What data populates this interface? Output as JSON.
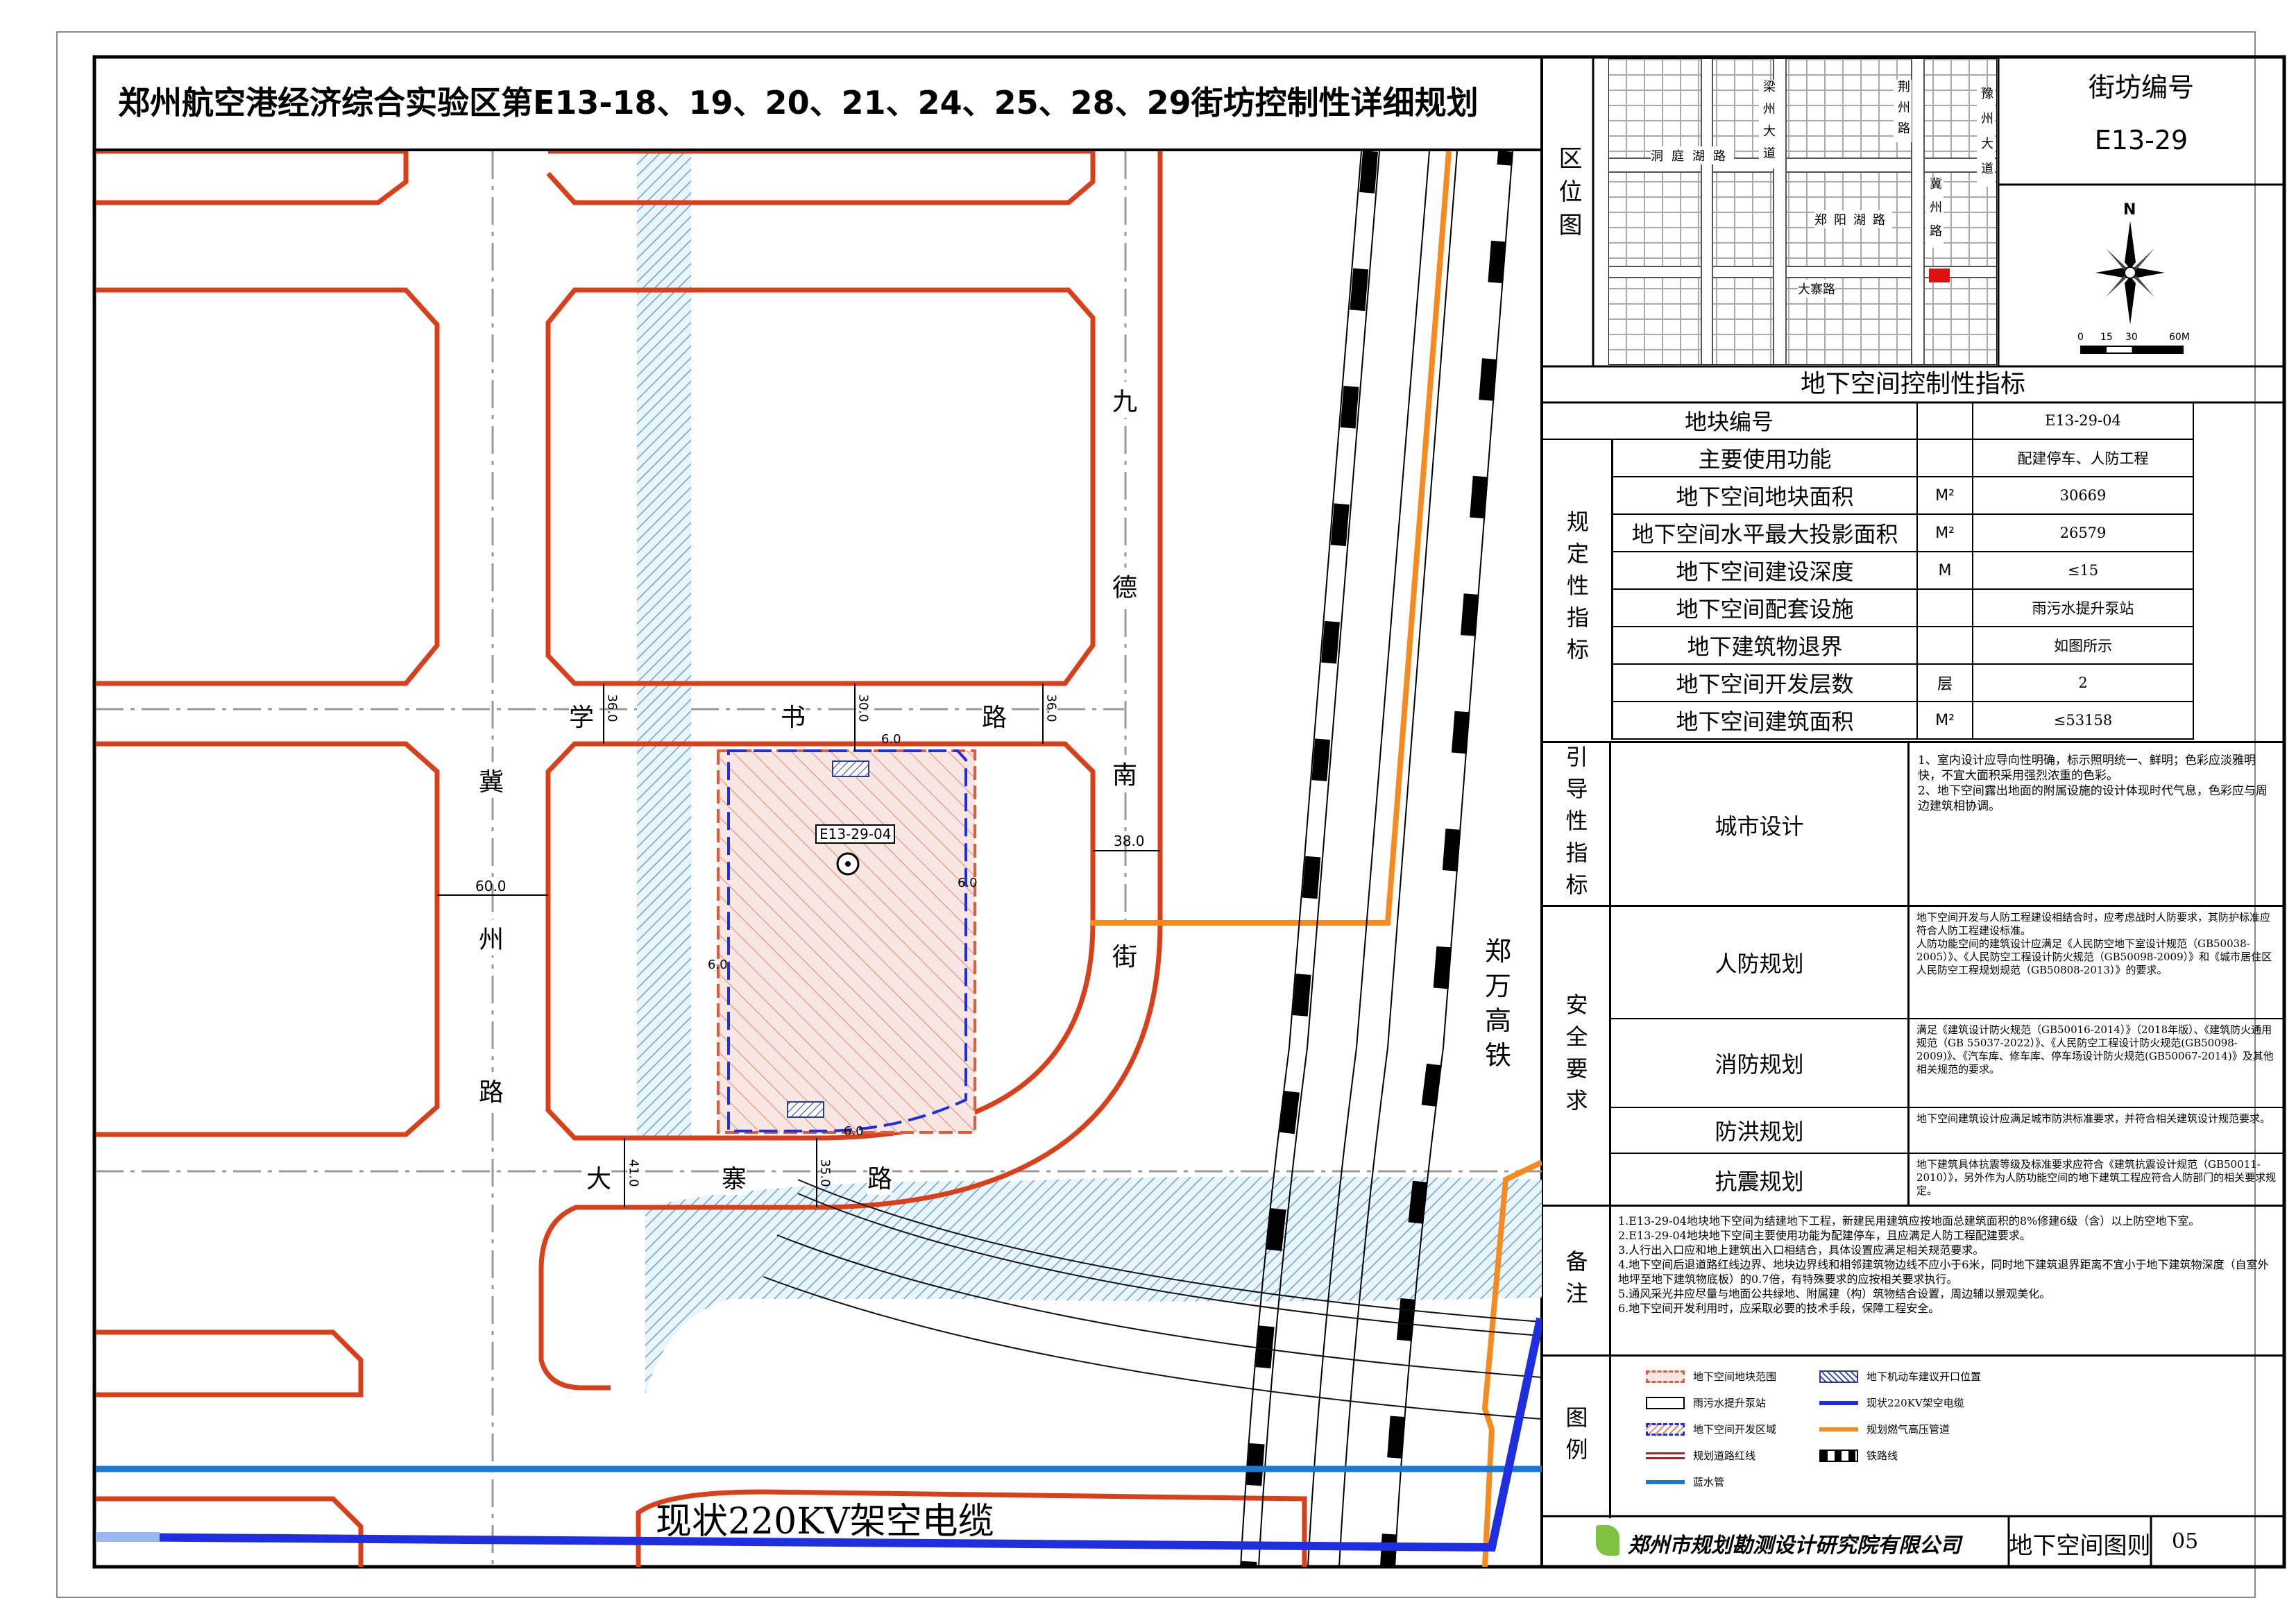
{
  "title": "郑州航空港经济综合实验区第E13-18、19、20、21、24、25、28、29街坊控制性详细规划",
  "block_code_label": "街坊编号",
  "block_code": "E13-29",
  "location_map": {
    "label": "区位图",
    "roads": [
      "洞庭湖路",
      "梁州大道",
      "郑阳湖路",
      "大寨路",
      "冀州路",
      "豫州大道",
      "荆州路"
    ],
    "north": "N",
    "scale_ticks": [
      "0",
      "15",
      "30",
      "60M"
    ]
  },
  "map": {
    "roads": {
      "xueshu": [
        "学",
        "书",
        "路"
      ],
      "jiuden": [
        "九",
        "德",
        "南",
        "街"
      ],
      "jizhou": [
        "冀",
        "州",
        "路"
      ],
      "dazhai": [
        "大",
        "寨",
        "路"
      ],
      "rail": [
        "郑",
        "万",
        "高",
        "铁"
      ]
    },
    "dims": [
      "36.0",
      "30.0",
      "36.0",
      "38.0",
      "60.0",
      "41.0",
      "35.0",
      "6.0",
      "6.0",
      "6.0",
      "6.0"
    ],
    "parcel_id": "E13-29-04",
    "powerline_label": "现状220KV架空电缆"
  },
  "table": {
    "header": "地下空间控制性指标",
    "rows": [
      {
        "label": "地块编号",
        "unit": "",
        "value": "E13-29-04"
      },
      {
        "label": "主要使用功能",
        "unit": "",
        "value": "配建停车、人防工程"
      },
      {
        "label": "地下空间地块面积",
        "unit": "M²",
        "value": "30669"
      },
      {
        "label": "地下空间水平最大投影面积",
        "unit": "M²",
        "value": "26579"
      },
      {
        "label": "地下空间建设深度",
        "unit": "M",
        "value": "≤15"
      },
      {
        "label": "地下空间配套设施",
        "unit": "",
        "value": "雨污水提升泵站"
      },
      {
        "label": "地下建筑物退界",
        "unit": "",
        "value": "如图所示"
      },
      {
        "label": "地下空间开发层数",
        "unit": "层",
        "value": "2"
      },
      {
        "label": "地下空间建筑面积",
        "unit": "M²",
        "value": "≤53158"
      }
    ],
    "group_mandatory": "规定性指标",
    "group_guiding": "引导性指标",
    "urban_design_label": "城市设计",
    "urban_design_text": "1、室内设计应导向性明确，标示照明统一、鲜明；色彩应淡雅明快，不宜大面积采用强烈浓重的色彩。\n2、地下空间露出地面的附属设施的设计体现时代气息，色彩应与周边建筑相协调。",
    "group_safety": "安全要求",
    "safety": [
      {
        "label": "人防规划",
        "text": "地下空间开发与人防工程建设相结合时，应考虑战时人防要求，其防护标准应符合人防工程建设标准。\n人防功能空间的建筑设计应满足《人民防空地下室设计规范（GB50038-2005）》、《人民防空工程设计防火规范（GB50098-2009）》和《城市居住区人民防空工程规划规范（GB50808-2013）》的要求。"
      },
      {
        "label": "消防规划",
        "text": "满足《建筑设计防火规范（GB50016-2014）》（2018年版）、《建筑防火通用规范（GB 55037-2022）》、《人民防空工程设计防火规范(GB50098-2009)》、《汽车库、修车库、停车场设计防火规范(GB50067-2014)》及其他相关规范的要求。"
      },
      {
        "label": "防洪规划",
        "text": "地下空间建筑设计应满足城市防洪标准要求，并符合相关建筑设计规范要求。"
      },
      {
        "label": "抗震规划",
        "text": "地下建筑具体抗震等级及标准要求应符合《建筑抗震设计规范（GB50011-2010）》，另外作为人防功能空间的地下建筑工程应符合人防部门的相关要求规定。"
      }
    ],
    "notes_label": "备注",
    "notes_text": "1.E13-29-04地块地下空间为结建地下工程，新建民用建筑应按地面总建筑面积的8%修建6级（含）以上防空地下室。\n2.E13-29-04地块地下空间主要使用功能为配建停车，且应满足人防工程配建要求。\n3.人行出入口应和地上建筑出入口相结合，具体设置应满足相关规范要求。\n4.地下空间后退道路红线边界、地块边界线和相邻建筑物边线不应小于6米，同时地下建筑退界距离不宜小于地下建筑物深度（自室外地坪至地下建筑物底板）的0.7倍，有特殊要求的应按相关要求执行。\n5.通风采光井应尽量与地面公共绿地、附属建（构）筑物结合设置，周边辅以景观美化。\n6.地下空间开发利用时，应采取必要的技术手段，保障工程安全。",
    "legend_label": "图例",
    "legend": [
      {
        "name": "地下空间地块范围",
        "col": 0
      },
      {
        "name": "地下机动车建议开口位置",
        "col": 1
      },
      {
        "name": "雨污水提升泵站",
        "col": 0
      },
      {
        "name": "现状220KV架空电缆",
        "col": 1
      },
      {
        "name": "地下空间开发区域",
        "col": 0
      },
      {
        "name": "规划燃气高压管道",
        "col": 1
      },
      {
        "name": "规划道路红线",
        "col": 0
      },
      {
        "name": "铁路线",
        "col": 1
      },
      {
        "name": "蓝水管",
        "col": 0
      }
    ],
    "institute": "郑州市规划勘测设计研究院有限公司",
    "drawing_name": "地下空间图则",
    "page_no": "05"
  },
  "colors": {
    "road_red": "#d9401a",
    "orange": "#f58a1f",
    "blue_line": "#1f2fe0",
    "cyan_line": "#1a78d6",
    "hatch_blue": "#5fa8d6",
    "parcel_fill": "#f3d6cf"
  }
}
